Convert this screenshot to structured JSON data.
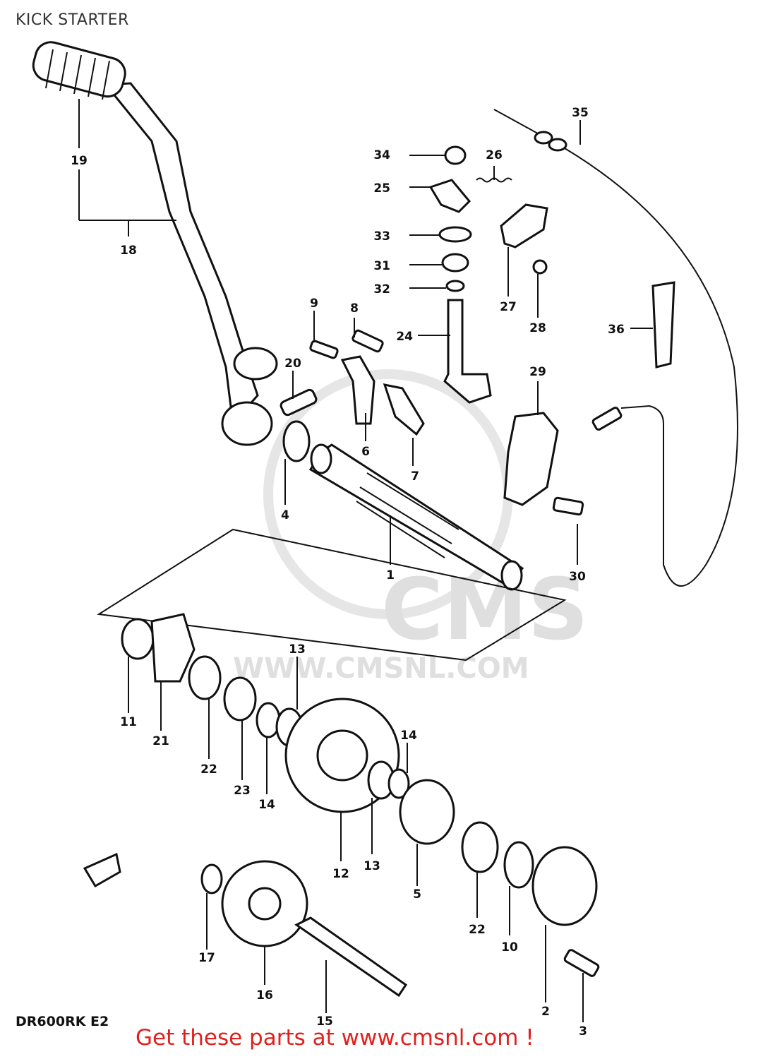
{
  "title": "KICK STARTER",
  "model_code": "DR600RK E2",
  "footer": "Get these parts at www.cmsnl.com !",
  "watermark": {
    "brand": "CMS",
    "url": "WWW.CMSNL.COM"
  },
  "colors": {
    "footer": "#e0201c",
    "line": "#111111",
    "watermark": "#dcdcdc"
  },
  "callouts": [
    "1",
    "2",
    "3",
    "4",
    "5",
    "6",
    "7",
    "8",
    "9",
    "10",
    "11",
    "12",
    "13",
    "13",
    "14",
    "14",
    "15",
    "16",
    "17",
    "18",
    "19",
    "20",
    "21",
    "22",
    "22",
    "23",
    "24",
    "25",
    "26",
    "27",
    "28",
    "29",
    "30",
    "31",
    "32",
    "33",
    "34",
    "35",
    "36"
  ],
  "labels": {
    "n1": "1",
    "n2": "2",
    "n3": "3",
    "n4": "4",
    "n5": "5",
    "n6": "6",
    "n7": "7",
    "n8": "8",
    "n9": "9",
    "n10": "10",
    "n11": "11",
    "n12": "12",
    "n13a": "13",
    "n13b": "13",
    "n14a": "14",
    "n14b": "14",
    "n15": "15",
    "n16": "16",
    "n17": "17",
    "n18": "18",
    "n19": "19",
    "n20": "20",
    "n21": "21",
    "n22a": "22",
    "n22b": "22",
    "n23": "23",
    "n24": "24",
    "n25": "25",
    "n26": "26",
    "n27": "27",
    "n28": "28",
    "n29": "29",
    "n30": "30",
    "n31": "31",
    "n32": "32",
    "n33": "33",
    "n34": "34",
    "n35": "35",
    "n36": "36"
  }
}
